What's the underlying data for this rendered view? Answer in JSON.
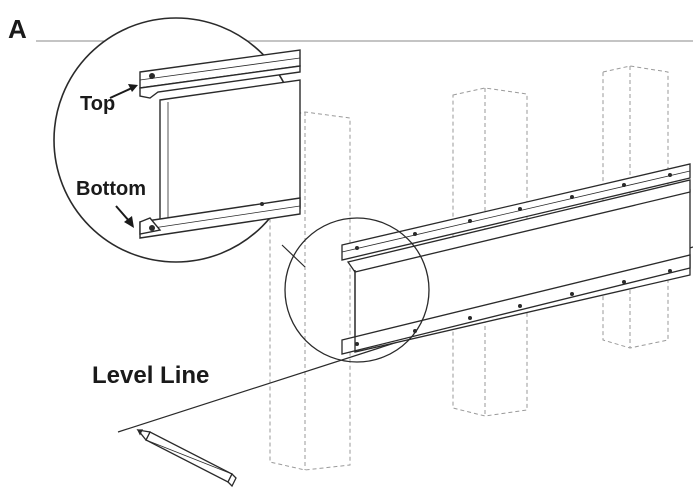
{
  "figure": {
    "step_label": "A",
    "callout_top_label": "Top",
    "callout_bottom_label": "Bottom",
    "level_line_label": "Level Line"
  },
  "colors": {
    "ink": "#1a1a1a",
    "line": "#2a2a2a",
    "dashed": "#9a9a9a",
    "rule": "#888888",
    "background": "#ffffff"
  },
  "icons": [
    "pencil-icon",
    "arrow-icon"
  ]
}
